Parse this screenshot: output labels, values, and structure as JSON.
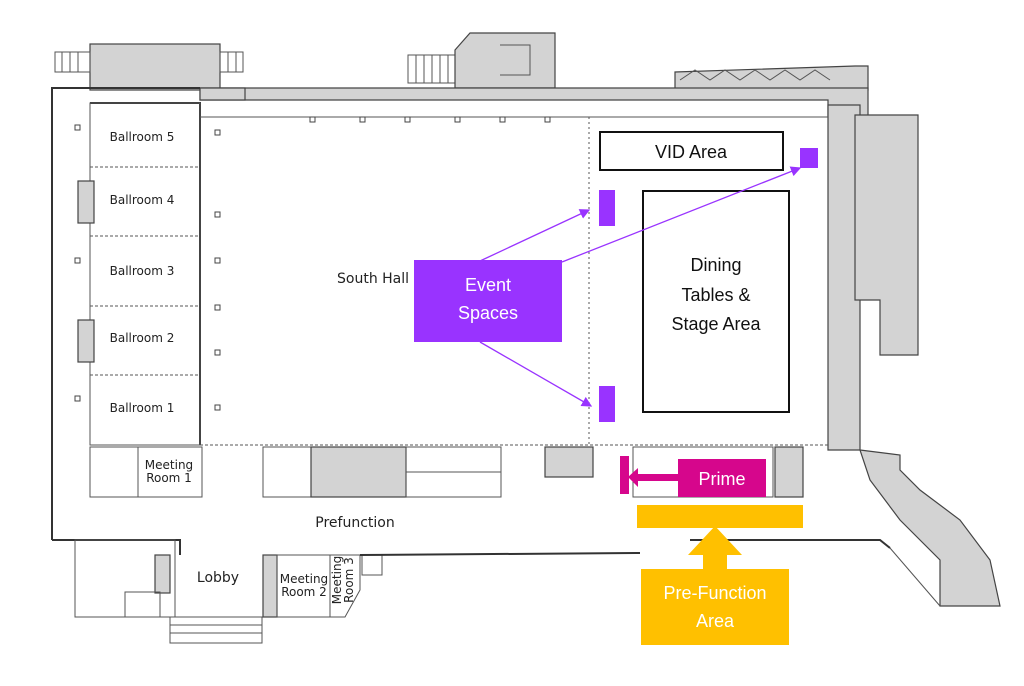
{
  "floorplan": {
    "rooms": {
      "ballroom5": "Ballroom 5",
      "ballroom4": "Ballroom 4",
      "ballroom3": "Ballroom 3",
      "ballroom2": "Ballroom 2",
      "ballroom1": "Ballroom 1",
      "south_hall": "South Hall",
      "meeting_room_1_line1": "Meeting",
      "meeting_room_1_line2": "Room 1",
      "meeting_room_2_line1": "Meeting",
      "meeting_room_2_line2": "Room 2",
      "meeting_room_3_line1": "Meeting",
      "meeting_room_3_line2": "Room 3",
      "prefunction": "Prefunction",
      "lobby": "Lobby"
    },
    "areas": {
      "vid_area": "VID Area",
      "dining_line1": "Dining",
      "dining_line2": "Tables &",
      "dining_line3": "Stage Area"
    },
    "callouts": {
      "event_spaces_line1": "Event",
      "event_spaces_line2": "Spaces",
      "prime": "Prime",
      "pre_function_line1": "Pre-Function",
      "pre_function_line2": "Area"
    },
    "colors": {
      "event_spaces": "#9933ff",
      "prime": "#d6068c",
      "pre_function": "#ffc000",
      "building_gray": "#d3d3d3"
    }
  }
}
